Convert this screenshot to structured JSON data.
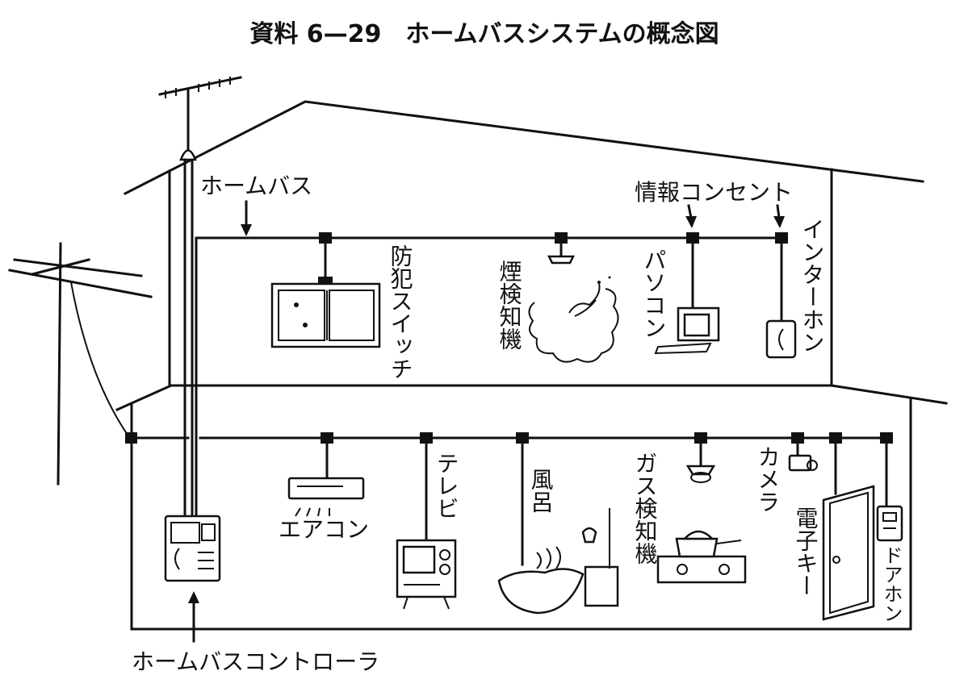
{
  "title": "資料 6—29　ホームバスシステムの概念図",
  "labels": {
    "home_bus": "ホームバス",
    "info_outlet": "情報コンセント",
    "controller": "ホームバスコントローラ",
    "aircon": "エアコン"
  },
  "vertical_labels": {
    "security_switch": "防犯スイッチ",
    "smoke_detector": "煙検知機",
    "pc": "パソコン",
    "intercom": "インターホン",
    "tv": "テレビ",
    "bath": "風呂",
    "gas_detector": "ガス検知機",
    "camera": "カメラ",
    "e_key": "電子キー",
    "door_phone": "ドアホン"
  }
}
